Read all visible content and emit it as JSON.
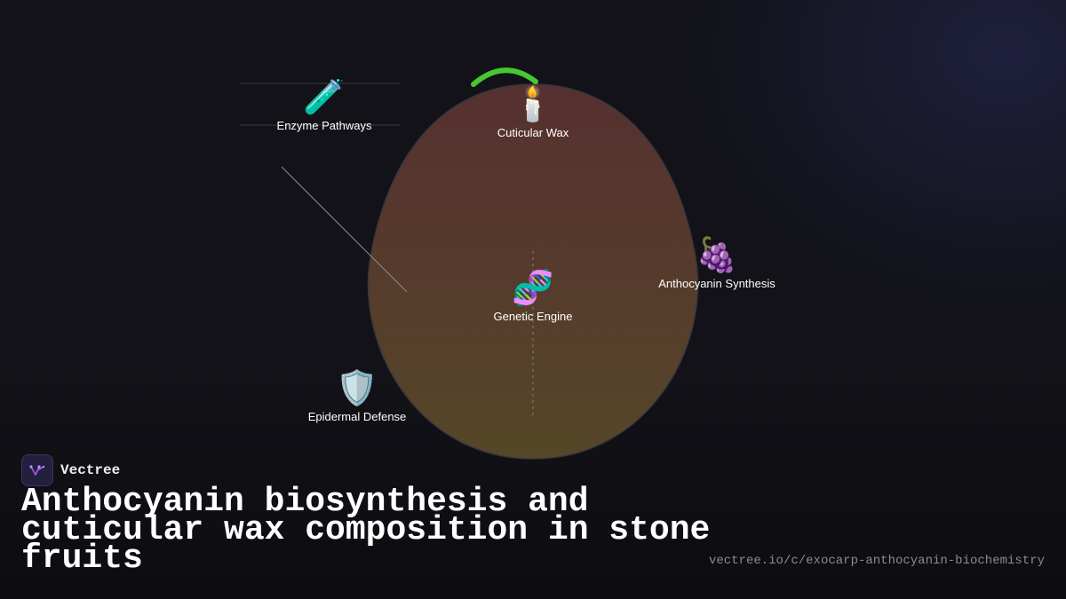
{
  "brand": {
    "name": "Vectree",
    "logo_icon": "vectree-logo-icon"
  },
  "title": "Anthocyanin biosynthesis and cuticular wax composition in stone fruits",
  "url": "vectree.io/c/exocarp-anthocyanin-biochemistry",
  "diagram": {
    "nodes": [
      {
        "id": "enzyme",
        "emoji": "🧪",
        "icon": "test-tube-icon",
        "label": "Enzyme Pathways"
      },
      {
        "id": "wax",
        "emoji": "🕯️",
        "icon": "candle-icon",
        "label": "Cuticular Wax"
      },
      {
        "id": "genetic",
        "emoji": "🧬",
        "icon": "dna-icon",
        "label": "Genetic Engine"
      },
      {
        "id": "anthocyanin",
        "emoji": "🍇",
        "icon": "grapes-icon",
        "label": "Anthocyanin Synthesis"
      },
      {
        "id": "defense",
        "emoji": "🛡️",
        "icon": "shield-icon",
        "label": "Epidermal Defense"
      }
    ]
  },
  "colors": {
    "background": "#121218",
    "fruit_top": "#5a3232",
    "fruit_bottom": "#5a4a2a",
    "arc_accent": "#46c832",
    "brand_accent": "#a05cf0",
    "url_text": "#8a8a94"
  }
}
